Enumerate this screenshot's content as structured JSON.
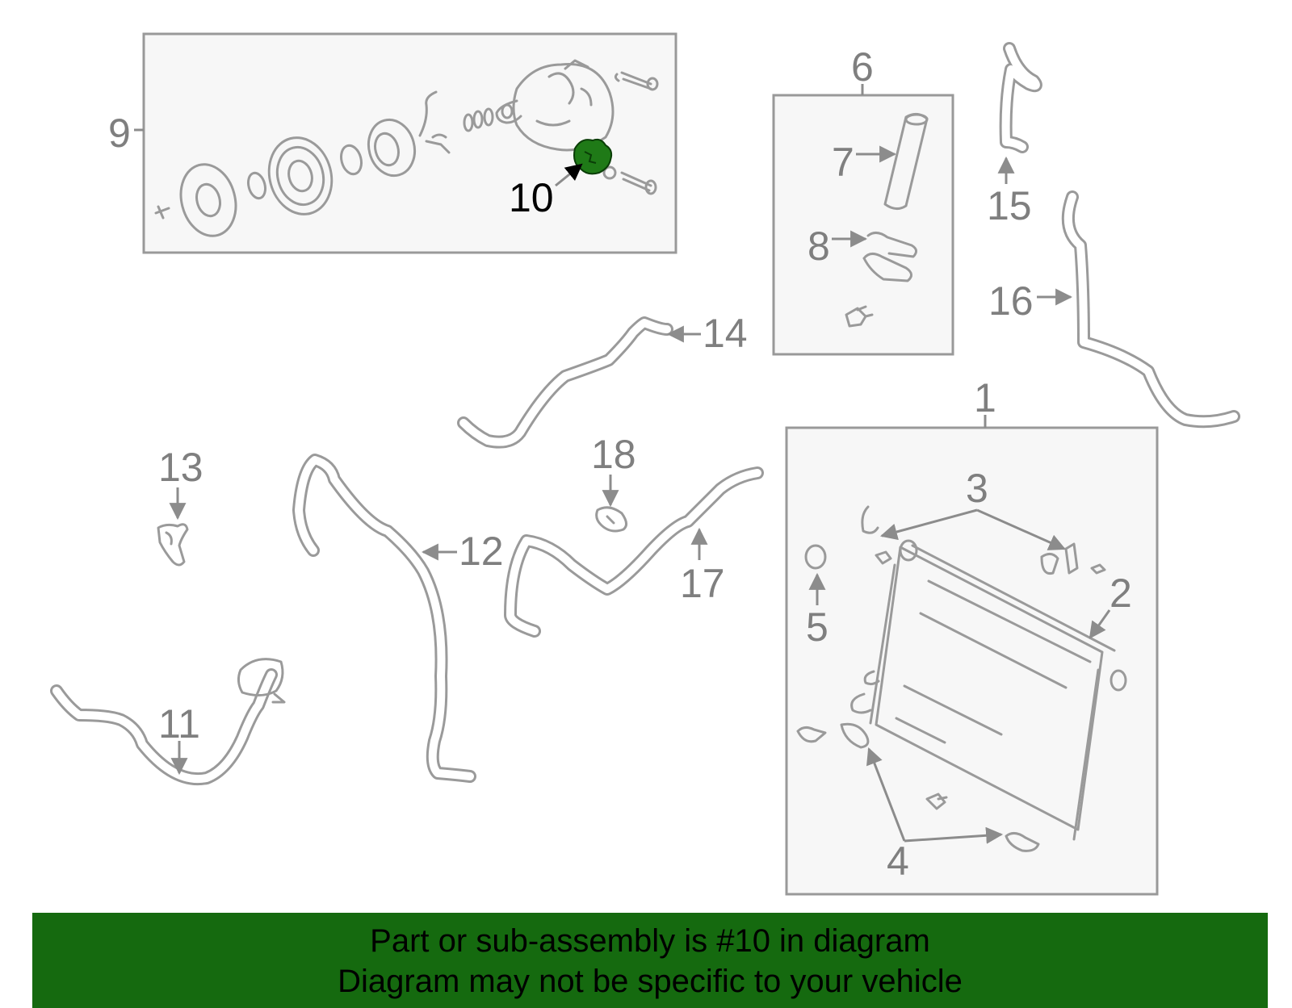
{
  "callouts": {
    "c1": "1",
    "c2": "2",
    "c3": "3",
    "c4": "4",
    "c5": "5",
    "c6": "6",
    "c7": "7",
    "c8": "8",
    "c9": "9",
    "c10": "10",
    "c11": "11",
    "c12": "12",
    "c13": "13",
    "c14": "14",
    "c15": "15",
    "c16": "16",
    "c17": "17",
    "c18": "18"
  },
  "highlight": {
    "part": "10",
    "color": "#1f7a17"
  },
  "footer": {
    "line1": "Part or sub-assembly is #10 in diagram",
    "line2": "Diagram may not be specific to your vehicle",
    "background": "#156a0f"
  }
}
